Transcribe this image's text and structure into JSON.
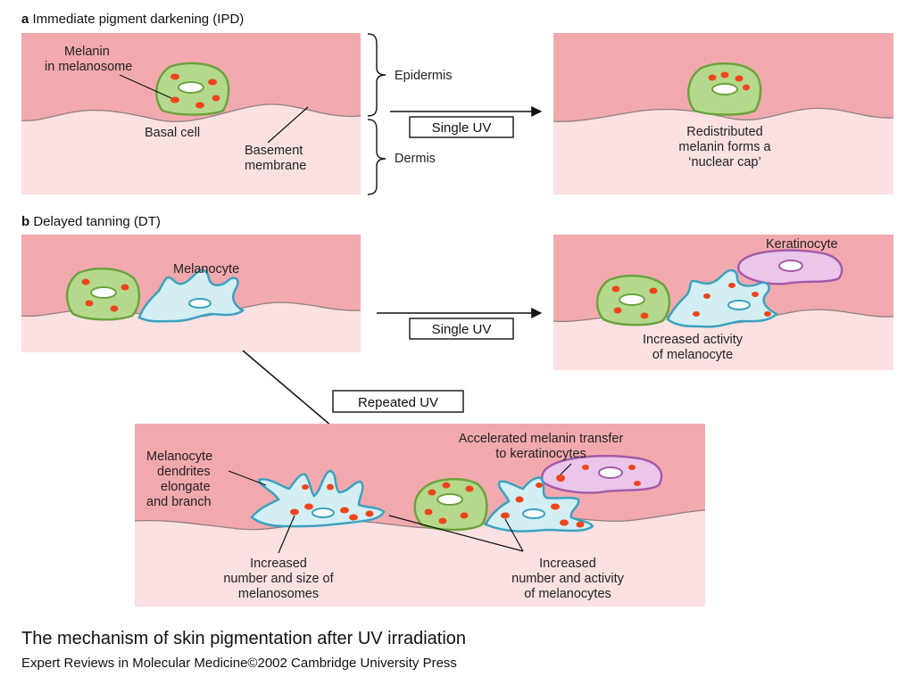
{
  "panel_a": {
    "letter": "a",
    "title": "Immediate pigment darkening (IPD)",
    "label_melanin_line1": "Melanin",
    "label_melanin_line2": "in melanosome",
    "label_basal_cell": "Basal cell",
    "label_basement_line1": "Basement",
    "label_basement_line2": "membrane",
    "label_epidermis": "Epidermis",
    "label_dermis": "Dermis",
    "uv_box": "Single UV",
    "result_line1": "Redistributed",
    "result_line2": "melanin forms a",
    "result_line3": "‘nuclear cap’"
  },
  "panel_b": {
    "letter": "b",
    "title": "Delayed tanning (DT)",
    "label_melanocyte": "Melanocyte",
    "uv_box_single": "Single UV",
    "label_keratinocyte": "Keratinocyte",
    "result_line1": "Increased activity",
    "result_line2": "of melanocyte",
    "uv_box_repeated": "Repeated UV",
    "dendrites_line1": "Melanocyte",
    "dendrites_line2": "dendrites",
    "dendrites_line3": "elongate",
    "dendrites_line4": "and branch",
    "transfer_line1": "Accelerated melanin transfer",
    "transfer_line2": "to keratinocytes",
    "melanosomes_line1": "Increased",
    "melanosomes_line2": "number and size of",
    "melanosomes_line3": "melanosomes",
    "melanocytes_line1": "Increased",
    "melanocytes_line2": "number and activity",
    "melanocytes_line3": "of melanocytes"
  },
  "caption": "The mechanism of skin pigmentation after UV irradiation",
  "credit": "Expert Reviews in Molecular Medicine©2002 Cambridge University Press",
  "colors": {
    "epidermis": "#f2a9ae",
    "dermis": "#fbe1e2",
    "basal_cell_fill": "#b5d98c",
    "basal_cell_stroke": "#6aa33c",
    "melanocyte_fill": "#d3eff4",
    "melanocyte_stroke": "#3aa2bf",
    "keratinocyte_fill": "#e9c6ea",
    "keratinocyte_stroke": "#a45aa8",
    "melanin": "#f0451c"
  }
}
